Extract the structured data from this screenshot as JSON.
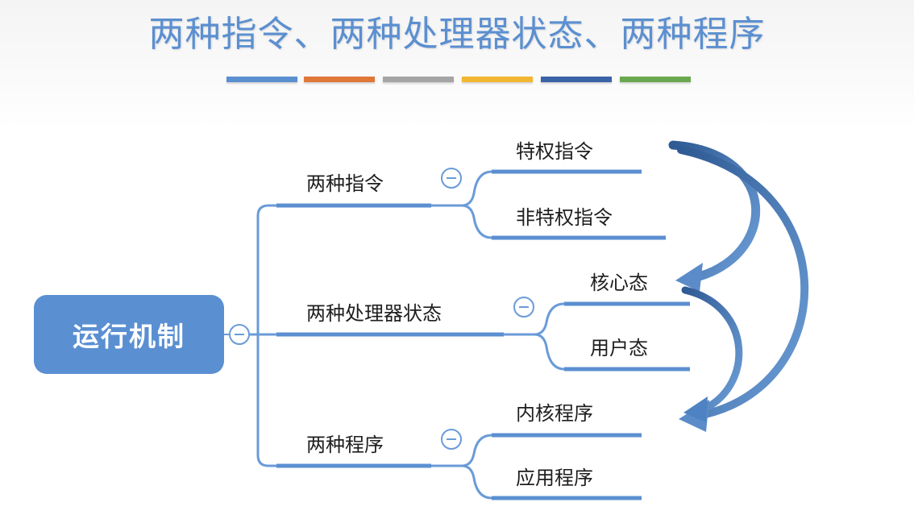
{
  "title": "两种指令、两种处理器状态、两种程序",
  "decor_colors": [
    "#5b8fd0",
    "#e0783a",
    "#a5a5a5",
    "#f2b632",
    "#3a63a8",
    "#6aa84f"
  ],
  "root": {
    "label": "运行机制",
    "color": "#5a8fd2"
  },
  "branches": [
    {
      "label": "两种指令",
      "children": [
        "特权指令",
        "非特权指令"
      ]
    },
    {
      "label": "两种处理器状态",
      "children": [
        "核心态",
        "用户态"
      ]
    },
    {
      "label": "两种程序",
      "children": [
        "内核程序",
        "应用程序"
      ]
    }
  ],
  "line_color": "#6a9bd8",
  "arrow_color": "#3f6fae"
}
